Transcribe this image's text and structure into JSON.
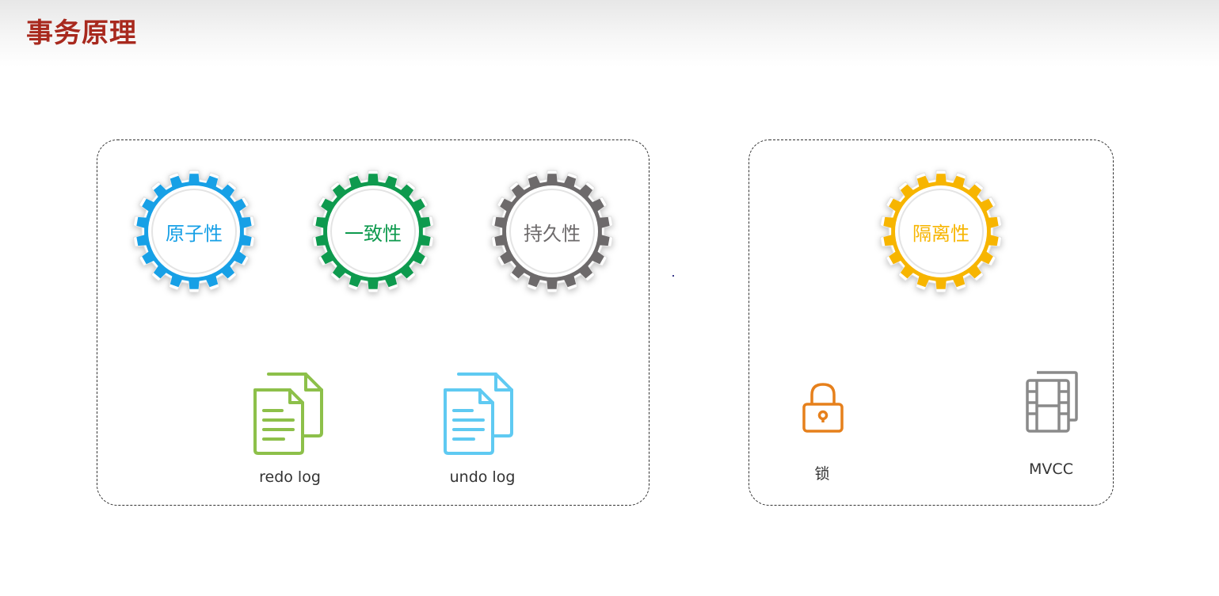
{
  "title": "事务原理",
  "left_panel": {
    "gears": [
      {
        "label": "原子性",
        "color": "#17a0e6"
      },
      {
        "label": "一致性",
        "color": "#0e9a4e"
      },
      {
        "label": "持久性",
        "color": "#6d6a6b"
      }
    ],
    "logs": [
      {
        "label": "redo log",
        "icon": "document-copy-icon",
        "color": "#8dc04a"
      },
      {
        "label": "undo log",
        "icon": "document-copy-icon",
        "color": "#5fcaf2"
      }
    ]
  },
  "right_panel": {
    "gear": {
      "label": "隔离性",
      "color": "#f7b500"
    },
    "items": [
      {
        "label": "锁",
        "icon": "lock-icon",
        "color": "#e6801c"
      },
      {
        "label": "MVCC",
        "icon": "film-icon",
        "color": "#8a8a8a"
      }
    ]
  }
}
